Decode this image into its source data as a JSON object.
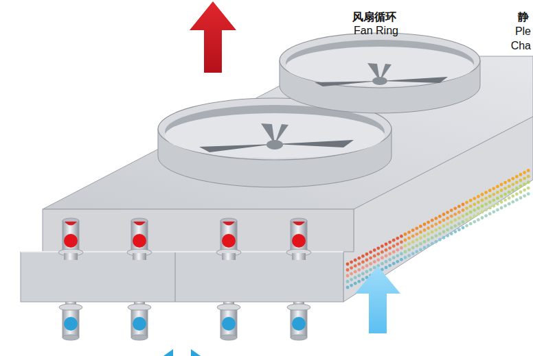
{
  "diagram": {
    "labels": [
      "风扇循环",
      "Fan Ring",
      "静",
      "Ple",
      "Cha"
    ]
  }
}
